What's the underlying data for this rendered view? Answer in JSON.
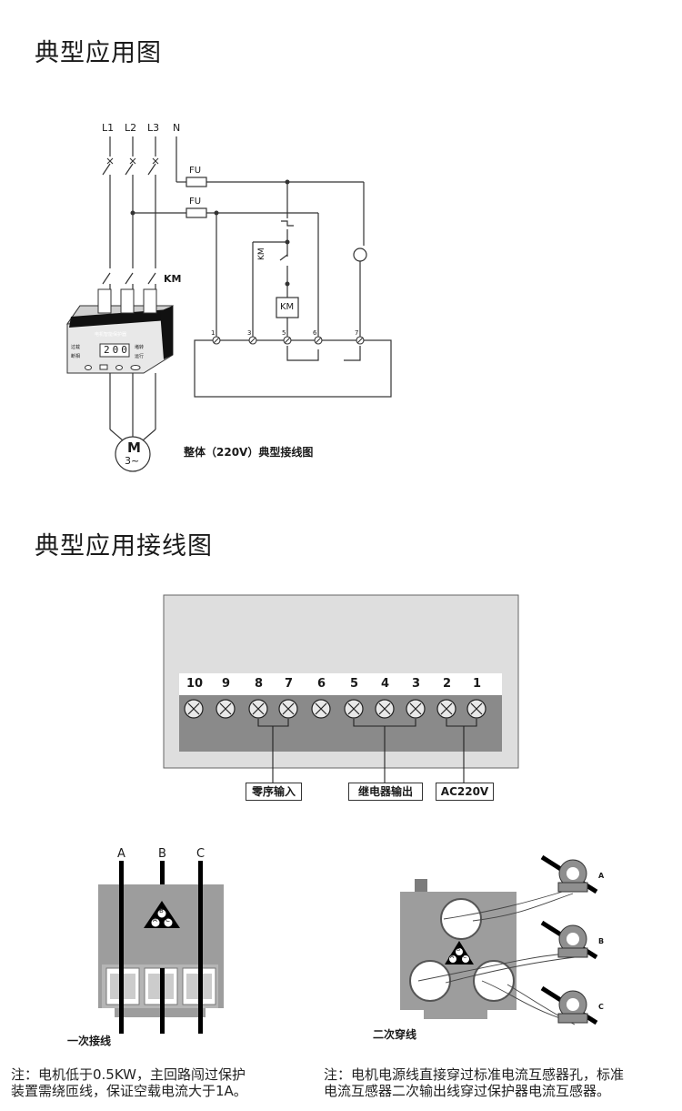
{
  "section1": {
    "title": "典型应用图",
    "phase_labels": [
      "L1",
      "L2",
      "L3",
      "N"
    ],
    "fuse_label": "FU",
    "contactor_label": "KM",
    "coil_label": "KM",
    "aux_contact_label": "KM",
    "terminals": [
      "1",
      "3",
      "5",
      "6",
      "7"
    ],
    "device_name": "电机智能保护器",
    "display_value": "200",
    "device_left_labels": [
      "过载",
      "断相"
    ],
    "device_right_labels": [
      "堵转",
      "运行"
    ],
    "motor_label": "M",
    "motor_sub": "3~",
    "caption": "整体（220V）典型接线图"
  },
  "section2": {
    "title": "典型应用接线图",
    "terminal_numbers": [
      "10",
      "9",
      "8",
      "7",
      "6",
      "5",
      "4",
      "3",
      "2",
      "1"
    ],
    "group_labels": [
      "零序输入",
      "继电器输出",
      "AC220V"
    ]
  },
  "section3": {
    "left": {
      "phase_labels": [
        "A",
        "B",
        "C"
      ],
      "badge": [
        "B",
        "A",
        "C"
      ],
      "caption": "一次接线",
      "note_line1": "注：电机低于0.5KW，主回路闯过保护",
      "note_line2": "装置需绕匝线，保证空载电流大于1A。"
    },
    "right": {
      "ct_labels": [
        "A",
        "B",
        "C"
      ],
      "badge": [
        "B",
        "A",
        "C"
      ],
      "caption": "二次穿线",
      "note_line1": "注：电机电源线直接穿过标准电流互感器孔，标准",
      "note_line2": "电流互感器二次输出线穿过保护器电流互感器。"
    }
  }
}
